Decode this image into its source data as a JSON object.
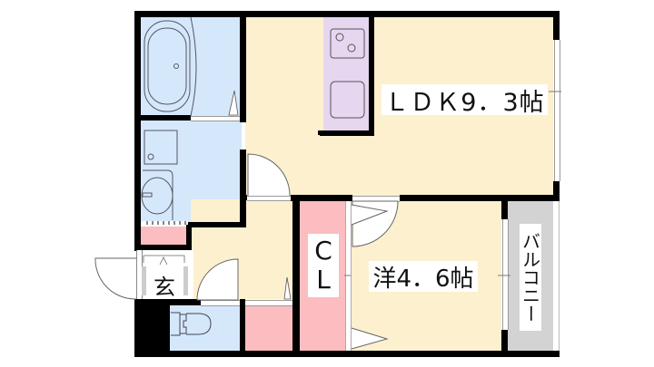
{
  "floorplan": {
    "rooms": {
      "ldk": {
        "label": "ＬＤＫ9．3帖",
        "name": "LDK",
        "size_jo": "9.3"
      },
      "western": {
        "label": "洋4．6帖",
        "name": "洋",
        "size_jo": "4.6"
      },
      "closet": {
        "label_line1": "C",
        "label_line2": "L"
      },
      "balcony": {
        "label": "バルコニー"
      },
      "entrance": {
        "label": "玄"
      },
      "bathroom": {
        "name": "bath"
      },
      "washroom": {
        "name": "washroom"
      },
      "toilet": {
        "name": "toilet"
      }
    },
    "colors": {
      "ldk": "#fdf0cf",
      "wet_area": "#d5e8fb",
      "storage": "#fbbdbf",
      "kitchen": "#e6d6f0",
      "balcony": "#d3d3d3",
      "wall": "#000000"
    }
  }
}
